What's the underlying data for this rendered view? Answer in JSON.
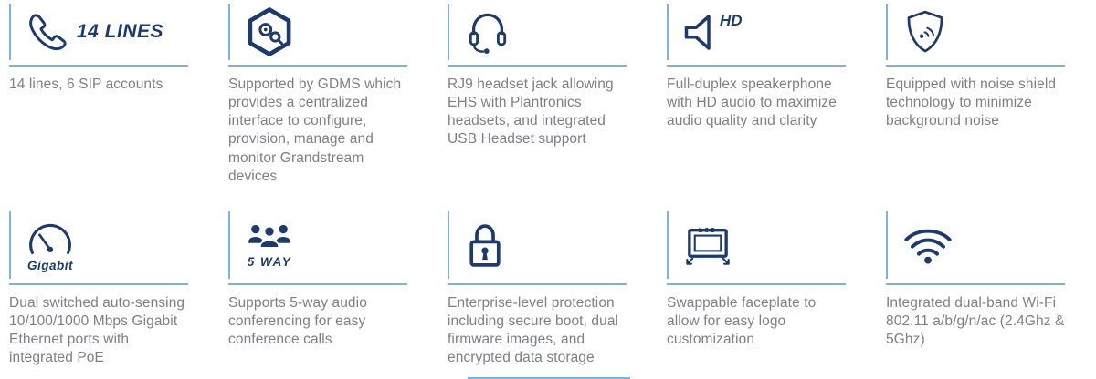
{
  "theme": {
    "icon_color": "#1e3a6d",
    "line_color": "#83b2d8",
    "text_color": "#7d7f83",
    "background": "#ffffff"
  },
  "features": [
    {
      "icon": "phone-handset-icon",
      "badge": "14 LINES",
      "text": "14 lines, 6 SIP accounts"
    },
    {
      "icon": "gdms-hexagon-icon",
      "text": "Supported by GDMS which provides a centralized interface to configure, provision, manage and monitor Grandstream devices"
    },
    {
      "icon": "headset-icon",
      "text": "RJ9 headset jack allowing EHS with Plantronics headsets, and integrated USB Headset support"
    },
    {
      "icon": "speakerphone-icon",
      "badge": "HD",
      "text": "Full-duplex speakerphone with HD audio to maximize audio quality and clarity"
    },
    {
      "icon": "noise-shield-icon",
      "text": "Equipped with noise shield technology to minimize background noise"
    },
    {
      "icon": "gigabit-gauge-icon",
      "badge": "Gigabit",
      "text": "Dual switched auto-sensing 10/100/1000 Mbps Gigabit Ethernet ports with integrated PoE"
    },
    {
      "icon": "five-way-conference-icon",
      "badge": "5 WAY",
      "text": "Supports 5-way audio conferencing for easy conference calls"
    },
    {
      "icon": "security-padlock-icon",
      "text": "Enterprise-level protection including secure boot, dual firmware images, and encrypted data storage"
    },
    {
      "icon": "lcd-faceplate-icon",
      "badge": "LCD",
      "text": "Swappable faceplate to allow for easy logo customization"
    },
    {
      "icon": "wifi-icon",
      "text": "Integrated dual-band Wi-Fi 802.11 a/b/g/n/ac (2.4Ghz & 5Ghz)"
    }
  ]
}
